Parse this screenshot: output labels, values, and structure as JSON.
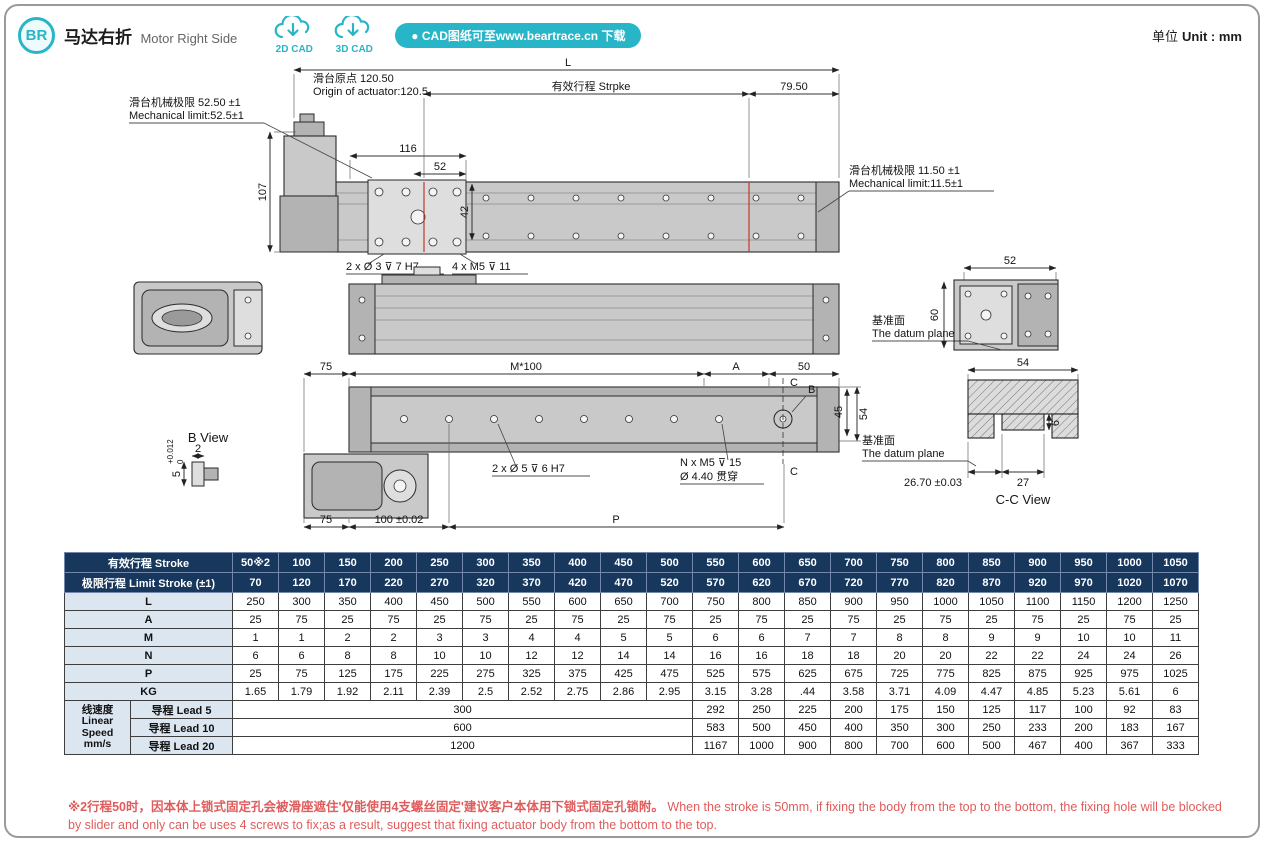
{
  "meta": {
    "badge": "BR",
    "title_cn": "马达右折",
    "title_en": "Motor Right Side",
    "cad2d": "2D CAD",
    "cad3d": "3D CAD",
    "cad_pill": "● CAD图纸可至www.beartrace.cn 下载",
    "unit_cn": "单位",
    "unit_en": "Unit : mm"
  },
  "drawing": {
    "front": {
      "dim_L": "L",
      "origin_cn": "滑台原点 120.50",
      "origin_en": "Origin of actuator:120.5",
      "stroke_label": "有效行程 Strpke",
      "dim_79_50": "79.50",
      "mech_left_cn": "滑台机械极限 52.50 ±1",
      "mech_left_en": "Mechanical limit:52.5±1",
      "dim_116": "116",
      "dim_52": "52",
      "dim_42": "42",
      "dim_107": "107",
      "mech_right_cn": "滑台机械极限 11.50 ±1",
      "mech_right_en": "Mechanical limit:11.5±1",
      "note_pin": "2 x Ø 3 ⊽ 7 H7",
      "note_tap": "4 x M5 ⊽ 11"
    },
    "endview": {
      "dim_52": "52",
      "dim_60": "60",
      "datum_cn": "基准面",
      "datum_en": "The datum plane"
    },
    "plan": {
      "dim_75_top": "75",
      "dim_m100": "M*100",
      "dim_A": "A",
      "dim_50": "50",
      "label_B": "B",
      "label_C": "C",
      "dim_45": "45",
      "dim_54": "54",
      "note_pin": "2 x Ø 5 ⊽ 6 H7",
      "note_tap1": "N x M5 ⊽ 15",
      "note_tap2": "Ø 4.40 贯穿",
      "dim_75_bot": "75",
      "dim_100": "100 ±0.02",
      "dim_P": "P"
    },
    "bview": {
      "title": "B View",
      "dim_2": "2",
      "dim_5": "5",
      "tol_upper": "+0.012",
      "tol_lower": "0"
    },
    "ccview": {
      "title": "C-C View",
      "dim_54": "54",
      "dim_6": "6",
      "dim_27": "27",
      "dim_2670": "26.70 ±0.03",
      "datum_cn": "基准面",
      "datum_en": "The datum plane"
    }
  },
  "table": {
    "stroke_label": "有效行程 Stroke",
    "limit_label": "极限行程 Limit Stroke (±1)",
    "strokes": [
      "50※2",
      "100",
      "150",
      "200",
      "250",
      "300",
      "350",
      "400",
      "450",
      "500",
      "550",
      "600",
      "650",
      "700",
      "750",
      "800",
      "850",
      "900",
      "950",
      "1000",
      "1050"
    ],
    "limits": [
      "70",
      "120",
      "170",
      "220",
      "270",
      "320",
      "370",
      "420",
      "470",
      "520",
      "570",
      "620",
      "670",
      "720",
      "770",
      "820",
      "870",
      "920",
      "970",
      "1020",
      "1070"
    ],
    "rows": [
      {
        "label": "L",
        "values": [
          "250",
          "300",
          "350",
          "400",
          "450",
          "500",
          "550",
          "600",
          "650",
          "700",
          "750",
          "800",
          "850",
          "900",
          "950",
          "1000",
          "1050",
          "1100",
          "1150",
          "1200",
          "1250"
        ]
      },
      {
        "label": "A",
        "values": [
          "25",
          "75",
          "25",
          "75",
          "25",
          "75",
          "25",
          "75",
          "25",
          "75",
          "25",
          "75",
          "25",
          "75",
          "25",
          "75",
          "25",
          "75",
          "25",
          "75",
          "25"
        ]
      },
      {
        "label": "M",
        "values": [
          "1",
          "1",
          "2",
          "2",
          "3",
          "3",
          "4",
          "4",
          "5",
          "5",
          "6",
          "6",
          "7",
          "7",
          "8",
          "8",
          "9",
          "9",
          "10",
          "10",
          "11"
        ]
      },
      {
        "label": "N",
        "values": [
          "6",
          "6",
          "8",
          "8",
          "10",
          "10",
          "12",
          "12",
          "14",
          "14",
          "16",
          "16",
          "18",
          "18",
          "20",
          "20",
          "22",
          "22",
          "24",
          "24",
          "26"
        ]
      },
      {
        "label": "P",
        "values": [
          "25",
          "75",
          "125",
          "175",
          "225",
          "275",
          "325",
          "375",
          "425",
          "475",
          "525",
          "575",
          "625",
          "675",
          "725",
          "775",
          "825",
          "875",
          "925",
          "975",
          "1025"
        ]
      },
      {
        "label": "KG",
        "values": [
          "1.65",
          "1.79",
          "1.92",
          "2.11",
          "2.39",
          "2.5",
          "2.52",
          "2.75",
          "2.86",
          "2.95",
          "3.15",
          "3.28",
          ".44",
          "3.58",
          "3.71",
          "4.09",
          "4.47",
          "4.85",
          "5.23",
          "5.61",
          "6"
        ]
      }
    ],
    "speed": {
      "group_lines": [
        "线速度",
        "Linear",
        "Speed",
        "mm/s"
      ],
      "leads": [
        {
          "label": "导程 Lead 5",
          "merged": "300",
          "values": [
            "292",
            "250",
            "225",
            "200",
            "175",
            "150",
            "125",
            "117",
            "100",
            "92",
            "83"
          ]
        },
        {
          "label": "导程 Lead 10",
          "merged": "600",
          "values": [
            "583",
            "500",
            "450",
            "400",
            "350",
            "300",
            "250",
            "233",
            "200",
            "183",
            "167"
          ]
        },
        {
          "label": "导程 Lead 20",
          "merged": "1200",
          "values": [
            "1167",
            "1000",
            "900",
            "800",
            "700",
            "600",
            "500",
            "467",
            "400",
            "367",
            "333"
          ]
        }
      ]
    }
  },
  "footnote": {
    "cn": "※2行程50时，因本体上锁式固定孔会被滑座遮住'仅能使用4支螺丝固定'建议客户本体用下锁式固定孔锁附。",
    "en": "When the stroke is 50mm, if fixing the body from the top to the bottom, the fixing hole will be blocked by slider and only can be uses 4 screws to fix;as a result, suggest that fixing actuator body from the bottom to the top."
  }
}
